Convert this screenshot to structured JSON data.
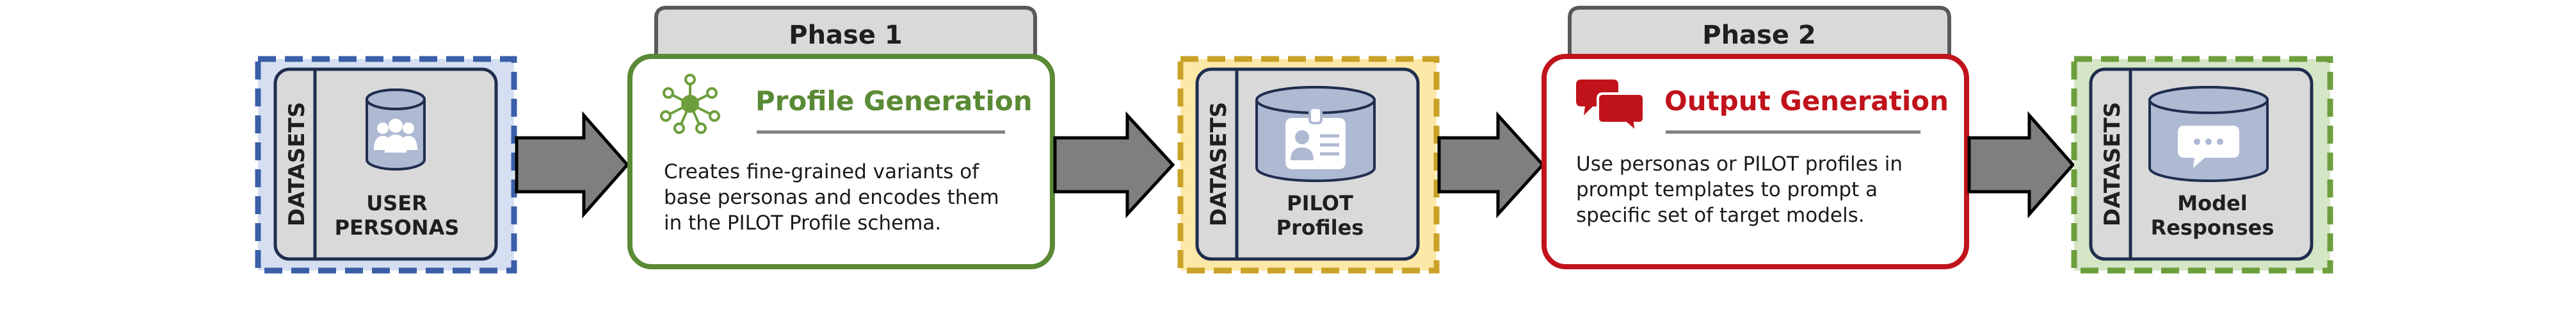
{
  "colors": {
    "blue_fill": "#d5dff1",
    "blue_stroke": "#3b5fa8",
    "yellow_fill": "#fde8a8",
    "yellow_stroke": "#c9a227",
    "green_fill": "#d4e6c6",
    "green_stroke": "#6d9e3c",
    "green_accent": "#5a8a35",
    "red_accent": "#c0131b",
    "arrow_fill": "#7f7f7f",
    "cylinder_fill": "#aeb9d2"
  },
  "datasets": [
    {
      "side_label": "DATASETS",
      "title_lines": [
        "USER",
        "PERSONAS"
      ],
      "icon": "users-icon"
    },
    {
      "side_label": "DATASETS",
      "title_lines": [
        "PILOT",
        "Profiles"
      ],
      "icon": "profile-card-icon"
    },
    {
      "side_label": "DATASETS",
      "title_lines": [
        "Model",
        "Responses"
      ],
      "icon": "chat-bubble-icon"
    }
  ],
  "phases": [
    {
      "tab_label": "Phase 1",
      "title": "Profile Generation",
      "icon": "network-icon",
      "desc_lines": [
        "Creates fine-grained variants of",
        "base personas and encodes them",
        "in the PILOT Profile schema."
      ]
    },
    {
      "tab_label": "Phase 2",
      "title": "Output Generation",
      "icon": "chat-bubbles-icon",
      "desc_lines": [
        "Use personas or PILOT profiles in",
        "prompt templates to prompt a",
        "specific set of target models."
      ]
    }
  ]
}
